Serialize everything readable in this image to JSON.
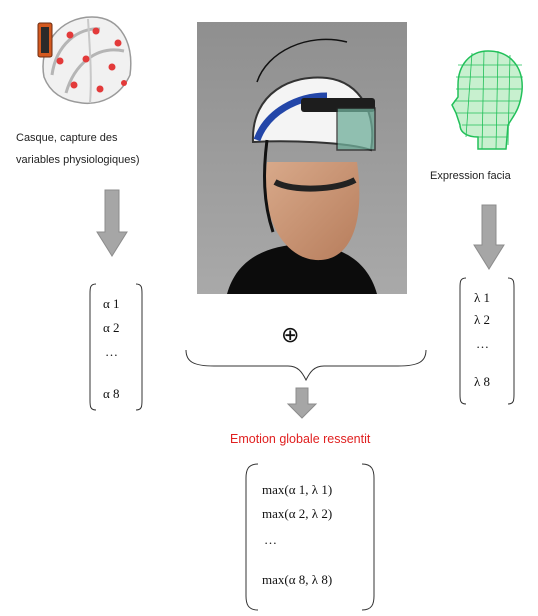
{
  "helmet_caption": {
    "line1": "Casque, capture des",
    "line2": "variables physiologiques)"
  },
  "face_caption": "Expression facia",
  "left_vector": [
    "α 1",
    "α 2",
    "…",
    "α 8"
  ],
  "right_vector": [
    "λ 1",
    "λ 2",
    "…",
    "λ 8"
  ],
  "combine_symbol": "⊕",
  "result_label": "Emotion globale ressentit",
  "result_vector": [
    "max(α 1, λ 1)",
    "max(α 2, λ 2)",
    "…",
    "max(α 8, λ 8)"
  ],
  "colors": {
    "arrow": "#a6a6a6",
    "result_label": "#e02020",
    "face_mesh": "#22c05a",
    "photo_bg": "#9a9a9a"
  }
}
